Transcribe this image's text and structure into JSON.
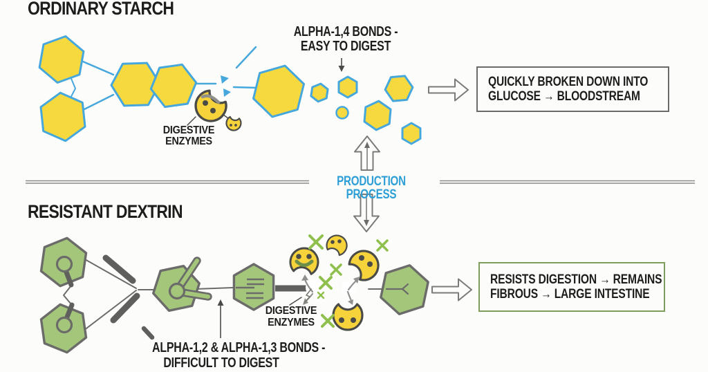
{
  "page": {
    "background": "#FCFCFA"
  },
  "colors": {
    "bg": "#FCFCFA",
    "starch_fill": "#F6D93F",
    "starch_outline": "#45A7DC",
    "dextrin_fill": "#A4C67B",
    "dextrin_outline": "#6B6B69",
    "bar_gray": "#5F5F5D",
    "enzyme_fill": "#F6D33B",
    "enzyme_outline": "#4A4A47",
    "x_green": "#8FBF4D",
    "accent_blue": "#2D9FD6",
    "text_black": "#1D1D1B",
    "arrow_gray": "#7A7A78",
    "box1_border": "#6A6A68",
    "box2_border": "#7E9C5B",
    "frown_green": "#6D8F4A",
    "divider_gray": "#8A8A88",
    "deflect_gray": "#8F8F8D"
  },
  "starch": {
    "title": "ORDINARY STARCH",
    "bond_label": {
      "line1": "ALPHA-1,4 BONDS -",
      "line2": "EASY TO DIGEST"
    },
    "enzymes_label": {
      "line1": "DIGESTIVE",
      "line2": "ENZYMES"
    },
    "outcome": {
      "line1": "QUICKLY BROKEN DOWN INTO",
      "line2": "GLUCOSE → BLOODSTREAM"
    }
  },
  "divider": {
    "label": "PRODUCTION PROCESS"
  },
  "dextrin": {
    "title": "RESISTANT DEXTRIN",
    "bond_label": {
      "line1": "ALPHA-1,2 & ALPHA-1,3 BONDS -",
      "line2": "DIFFICULT TO DIGEST"
    },
    "enzymes_label": {
      "line1": "DIGESTIVE",
      "line2": "ENZYMES"
    },
    "outcome": {
      "line1": "RESISTS DIGESTION → REMAINS",
      "line2": "FIBROUS → LARGE INTESTINE"
    }
  }
}
